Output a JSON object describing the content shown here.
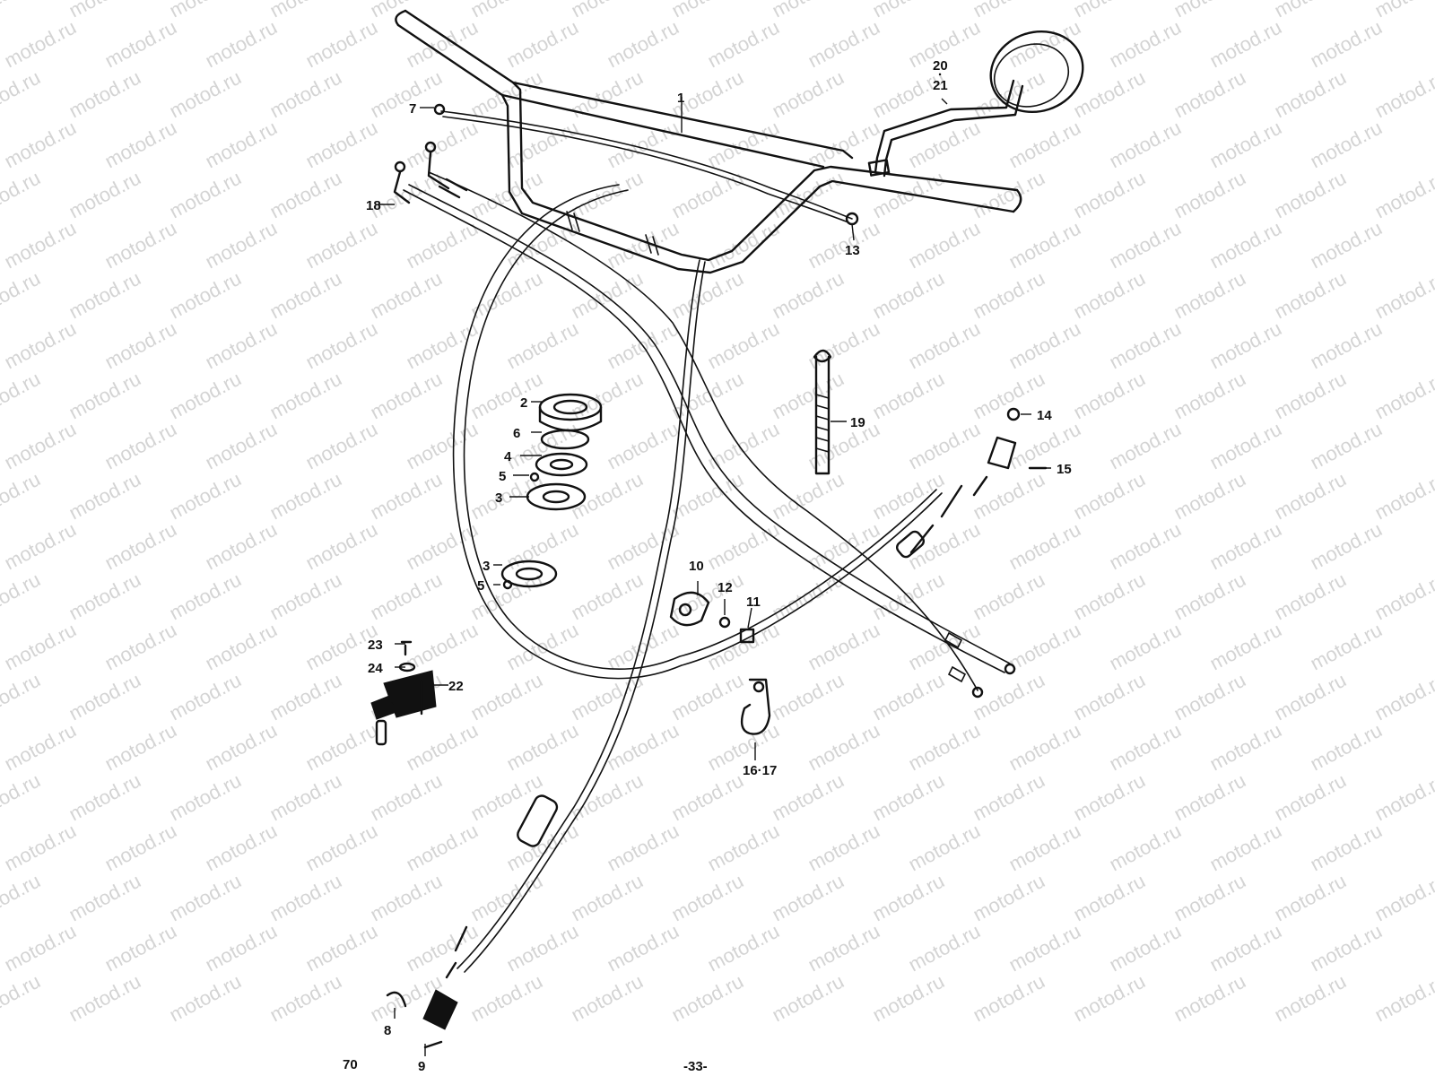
{
  "watermark": {
    "text": "motod.ru",
    "color": "#d4d4d4"
  },
  "page": {
    "number": "-33-",
    "corner_code": "70"
  },
  "callouts": {
    "c1": "1",
    "c2": "2",
    "c3a": "3",
    "c3b": "3",
    "c4": "4",
    "c5a": "5",
    "c5b": "5",
    "c6": "6",
    "c7": "7",
    "c8": "8",
    "c9": "9",
    "c10": "10",
    "c11": "11",
    "c12": "12",
    "c13": "13",
    "c14": "14",
    "c15": "15",
    "c1617": "16·17",
    "c18": "18",
    "c19": "19",
    "c2021_top": "20",
    "c2021_bot": "21",
    "c22": "22",
    "c23": "23",
    "c24": "24"
  }
}
